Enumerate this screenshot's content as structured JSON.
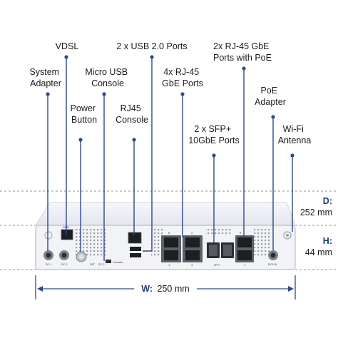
{
  "colors": {
    "accent": "#1f3a7a",
    "callout": "#2c4a8c",
    "panel": "#eef1f7"
  },
  "labels": {
    "system_adapter": [
      "System",
      "Adapter"
    ],
    "vdsl": "VDSL",
    "micro_usb_console": [
      "Micro USB",
      "Console"
    ],
    "power_button": [
      "Power",
      "Button"
    ],
    "usb_ports": "2 x USB 2.0 Ports",
    "rj45_console": [
      "RJ45",
      "Console"
    ],
    "gbe_ports": [
      "4x RJ-45",
      "GbE Ports"
    ],
    "sfp_ports": [
      "2 x SFP+",
      "10GbE Ports"
    ],
    "poe_ports": [
      "2x RJ-45 GbE",
      "Ports with PoE"
    ],
    "poe_adapter": [
      "PoE",
      "Adapter"
    ],
    "wifi_antenna": [
      "Wi-Fi",
      "Antenna"
    ]
  },
  "dimensions": {
    "depth": {
      "key": "D:",
      "value": "252 mm"
    },
    "height": {
      "key": "H:",
      "value": "44 mm"
    },
    "width": {
      "key": "W:",
      "value": "250 mm"
    }
  },
  "panel_text": {
    "vdsl": "VDSL",
    "dc1": "DC 1",
    "dc2": "DC 2",
    "rst": "RST",
    "dc2b": "DC 2",
    "console": "Console",
    "sfp": "SFP+",
    "dcin": "DC14V",
    "port8": "8",
    "port2": "2",
    "port6": "6",
    "port1": "1",
    "port3": "3",
    "port5": "5",
    "port7": "7"
  }
}
